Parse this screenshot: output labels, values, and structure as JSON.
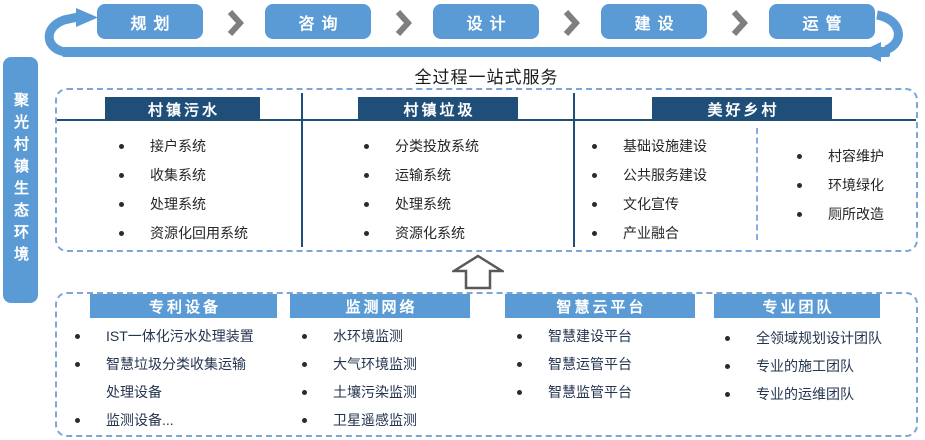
{
  "sidebar": {
    "label": "聚光村镇生态环境"
  },
  "flow": {
    "stages": [
      "规划",
      "咨询",
      "设计",
      "建设",
      "运管"
    ],
    "caption": "全过程一站式服务"
  },
  "services": {
    "columns": [
      {
        "header": "村镇污水",
        "items": [
          "接户系统",
          "收集系统",
          "处理系统",
          "资源化回用系统"
        ]
      },
      {
        "header": "村镇垃圾",
        "items": [
          "分类投放系统",
          "运输系统",
          "处理系统",
          "资源化系统"
        ]
      },
      {
        "header": "美好乡村",
        "items_left": [
          "基础设施建设",
          "公共服务建设",
          "文化宣传",
          "产业融合"
        ],
        "items_right": [
          "村容维护",
          "环境绿化",
          "厕所改造"
        ]
      }
    ]
  },
  "capabilities": {
    "columns": [
      {
        "header": "专利设备",
        "items": [
          "IST一体化污水处理装置",
          "智慧垃圾分类收集运输",
          "处理设备",
          "监测设备..."
        ]
      },
      {
        "header": "监测网络",
        "items": [
          "水环境监测",
          "大气环境监测",
          "土壤污染监测",
          "卫星遥感监测"
        ]
      },
      {
        "header": "智慧云平台",
        "items": [
          "智慧建设平台",
          "智慧运管平台",
          "智慧监管平台"
        ]
      },
      {
        "header": "专业团队",
        "items": [
          "全领域规划设计团队",
          "专业的施工团队",
          "专业的运维团队"
        ]
      }
    ]
  },
  "colors": {
    "accent": "#5B9BD5",
    "navy": "#1F4E79",
    "chevron_gray": "#7F7F7F",
    "dashed_border": "#7EA6D4"
  }
}
